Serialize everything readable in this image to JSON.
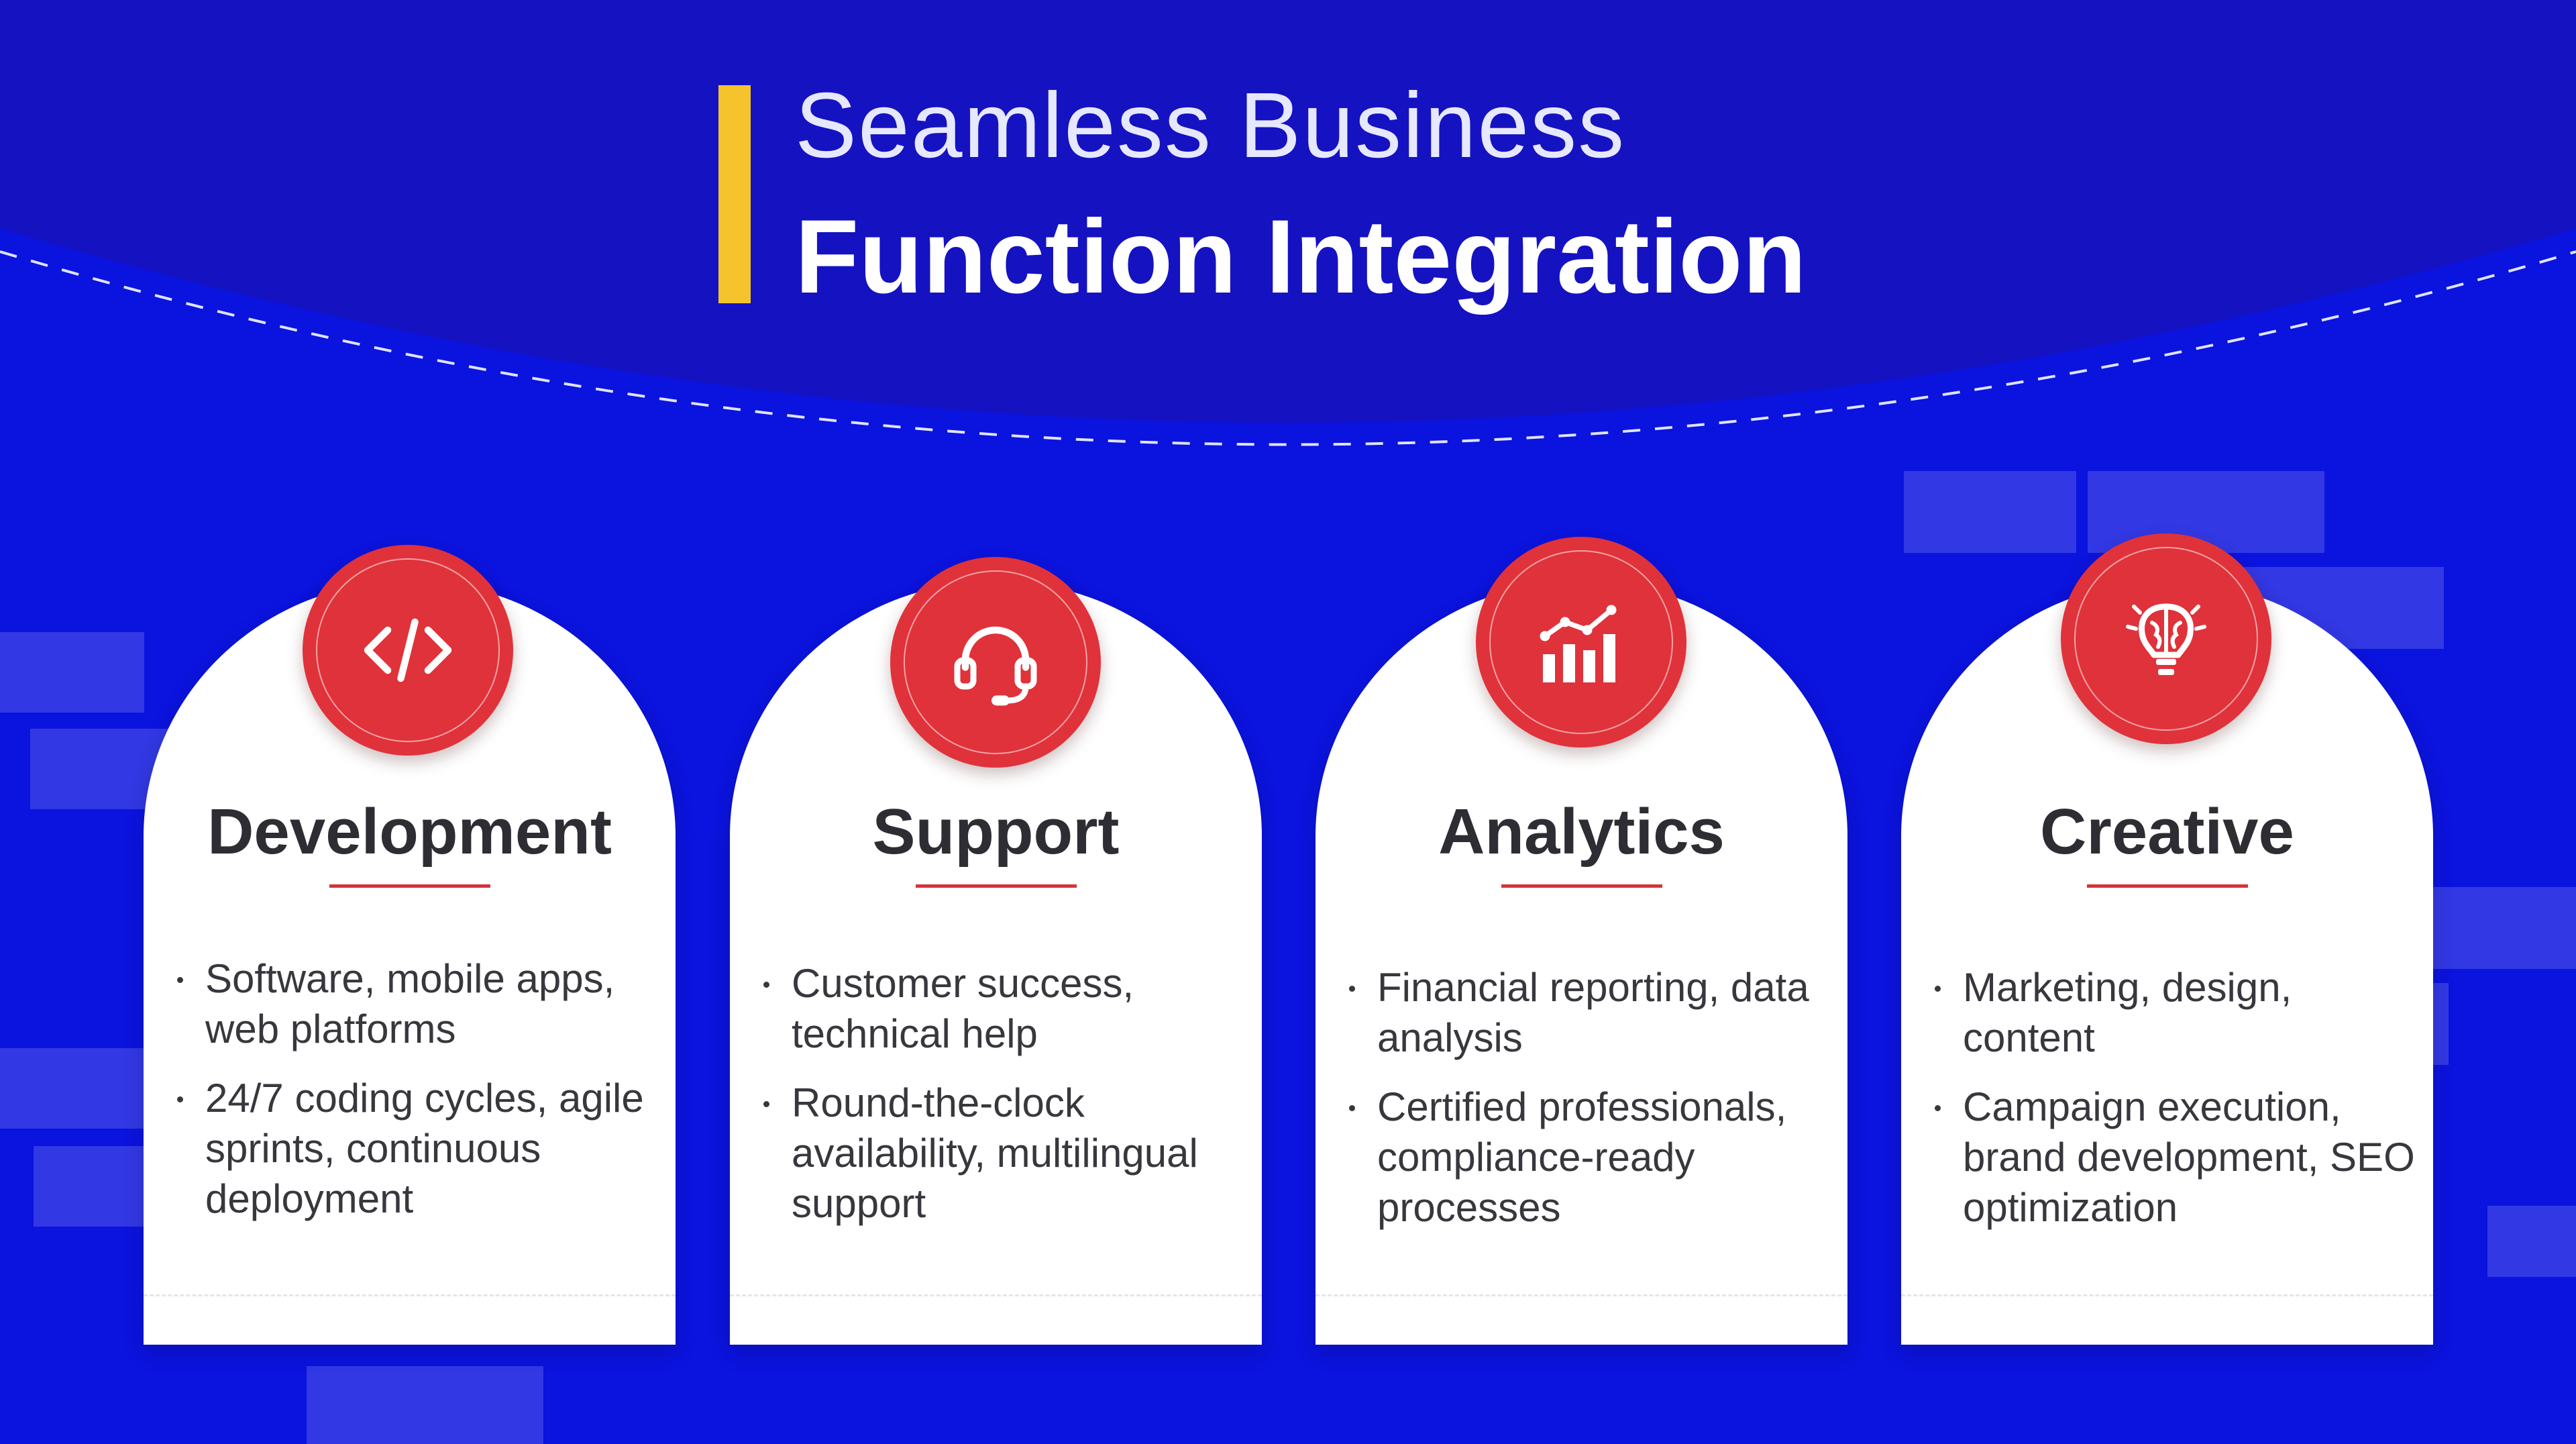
{
  "title": {
    "line1": "Seamless Business",
    "line2": "Function Integration"
  },
  "colors": {
    "background": "#0b13de",
    "header": "#1512c2",
    "accent_bar": "#f5c32c",
    "icon_red": "#e0323a",
    "card": "#ffffff"
  },
  "cards": [
    {
      "title": "Development",
      "icon": "code-icon",
      "bullets": [
        "Software, mobile apps, web platforms",
        "24/7 coding cycles, agile sprints, continuous deployment"
      ]
    },
    {
      "title": "Support",
      "icon": "headset-icon",
      "bullets": [
        "Customer success, technical help",
        "Round-the-clock availability, multilingual support"
      ]
    },
    {
      "title": "Analytics",
      "icon": "chart-icon",
      "bullets": [
        "Financial reporting, data analysis",
        "Certified professionals, compliance-ready processes"
      ]
    },
    {
      "title": "Creative",
      "icon": "brain-bulb-icon",
      "bullets": [
        "Marketing, design, content",
        "Campaign execution, brand development, SEO optimization"
      ]
    }
  ]
}
